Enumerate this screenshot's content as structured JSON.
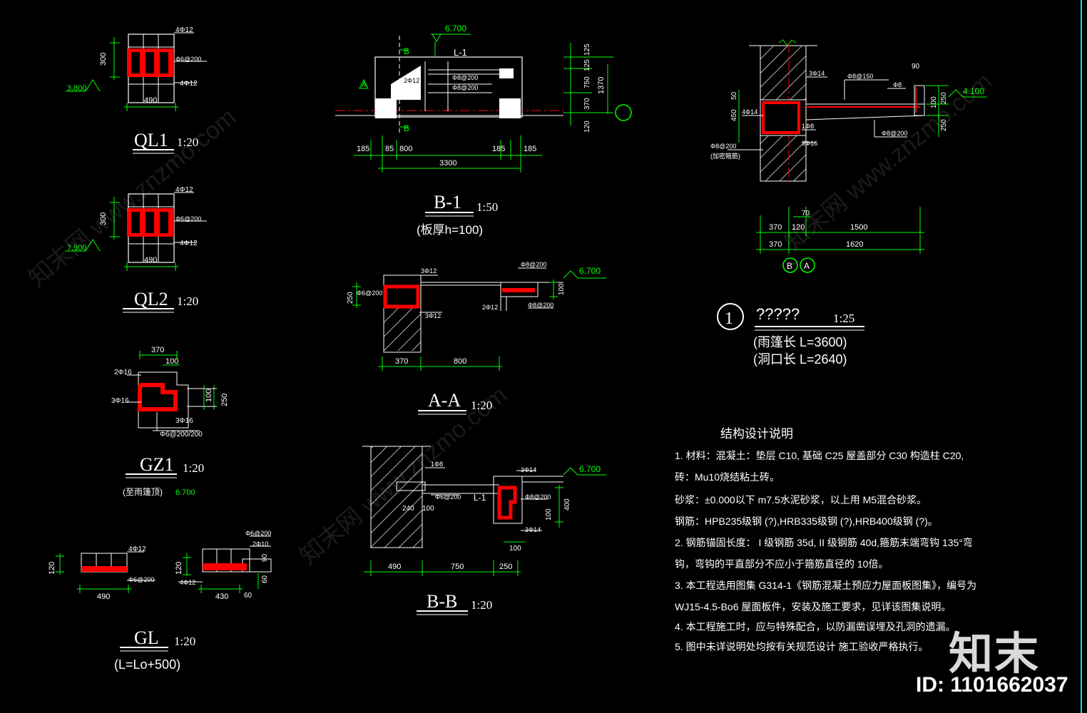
{
  "colors": {
    "background": "#000000",
    "outline": "#ffffff",
    "dimension": "#00ff00",
    "rebar": "#ff0000",
    "level": "#00ff00",
    "frame_edge": "#00e5ff"
  },
  "ql1": {
    "title": "QL1",
    "scale": "1:20",
    "top_bar": "4Φ12",
    "stirrup": "Φ6@200",
    "bottom_bar": "4Φ12",
    "height": "300",
    "width": "490",
    "level": "3.800"
  },
  "ql2": {
    "title": "QL2",
    "scale": "1:20",
    "top_bar": "4Φ12",
    "stirrup": "Φ6@200",
    "bottom_bar": "4Φ12",
    "height": "300",
    "width": "490",
    "level": "7.900"
  },
  "gz1": {
    "title": "GZ1",
    "scale": "1:20",
    "dim_top": "370",
    "dim_100": "100",
    "dim_side_100": "100",
    "dim_250": "250",
    "bar_top": "2Φ16",
    "bar_left": "3Φ16",
    "bar_bottom": "3Φ16",
    "stirrup": "Φ6@200/200",
    "note": "(至雨篷顶)",
    "note_level": "6.700"
  },
  "gl": {
    "title": "GL",
    "scale": "1:20",
    "formula": "(L=Lo+500)",
    "left": {
      "top_bar": "4Φ12",
      "stirrup": "Φ6@200",
      "height": "120",
      "width": "490"
    },
    "right": {
      "top_bar": "Φ6@200",
      "second_bar": "2Φ10",
      "bottom_bar": "4Φ12",
      "height": "120",
      "width": "430",
      "dim_60": "60",
      "dim_90": "90",
      "dim_60b": "60"
    }
  },
  "b1": {
    "title": "B-1",
    "scale": "1:50",
    "note": "(板厚h=100)",
    "level": "6.700",
    "beam_label": "L-1",
    "section_top": "B",
    "section_bottom": "B",
    "section_left": "A",
    "rebar_a": "2Φ12",
    "rebar_b": "Φ8@200",
    "rebar_c": "Φ8@200",
    "right_dims": [
      "125",
      "125",
      "750",
      "370",
      "120"
    ],
    "right_total": "1370",
    "bottom_dims": [
      "185",
      "85",
      "800",
      "185",
      "185"
    ],
    "bottom_total": "3300"
  },
  "aa": {
    "title": "A-A",
    "scale": "1:20",
    "bar_top": "3Φ12",
    "stirrup": "Φ6@200",
    "bar_bottom": "3Φ12",
    "slab_bar": "Φ8@200",
    "slab_bar2": "Φ8@200",
    "bar_mid": "2Φ12",
    "level": "6.700",
    "dim_250": "250",
    "dim_100": "100",
    "dim_370": "370",
    "dim_800": "800"
  },
  "bb": {
    "title": "B-B",
    "scale": "1:20",
    "bar_left": "1Φ8",
    "stirrup_left": "Φ6@200",
    "beam_label": "L-1",
    "bar_top": "3Φ14",
    "stirrup_right": "Φ8@200",
    "bar_bottom": "3Φ14",
    "level": "6.700",
    "dim_240": "240",
    "dim_100": "100",
    "dim_400": "400",
    "dim_100b": "100",
    "dim_100c": "100",
    "dim_490": "490",
    "dim_750": "750",
    "dim_250": "250"
  },
  "detail1": {
    "number": "1",
    "title": "?????",
    "scale": "1:25",
    "note1": "(雨篷长  L=3600)",
    "note2": "(洞口长  L=2640)",
    "bar_top": "3Φ14",
    "slab_bar": "Φ8@150",
    "bar_side": "4Φ14",
    "bar_small": "1Φ8",
    "bar_bottom": "3Φ16",
    "stirrup": "Φ8@200",
    "stirrup_note": "(加密箍筋)",
    "slab_bar2": "Φ8@200",
    "end_bar": "1Φ8",
    "top_bar_right": "Φ8",
    "level": "4.100",
    "dim_50": "50",
    "dim_450": "450",
    "dim_100": "100",
    "dim_250": "250",
    "dim_250b": "250",
    "dim_90": "90",
    "dim_70": "70",
    "dim_370": "370",
    "dim_120": "120",
    "dim_1500": "1500",
    "dim_370b": "370",
    "dim_1620": "1620",
    "axis_b": "B",
    "axis_a": "A"
  },
  "notes": {
    "title": "结构设计说明",
    "lines": [
      "1. 材料：混凝土：垫层        C10, 基础  C25  屋盖部分     C30  构造柱    C20,",
      "    砖：Mu10烧结粘土砖。",
      "    砂浆：±0.000以下  m7.5水泥砂浆，以上用        M5混合砂浆。",
      "    钢筋：HPB235级钢 (?),HRB335级钢 (?),HRB400级钢  (?)。",
      "2. 钢筋锚固长度：     I 级钢筋   35d, II 级钢筋   40d,箍筋末端弯钩     135°弯",
      "    钩，弯钩的平直部分不应小于箍筋直径的                   10倍。",
      "3. 本工程选用图集         G314-1《钢筋混凝土预应力屋面板图集》，编号为",
      "    WJ15-4.5-Bo6  屋面板件，安装及施工要求，见详该图集说明。",
      "4. 本工程施工时，应与特殊配合，以防漏凿误埋及孔洞的遗漏。",
      "5. 图中未详说明处均按有关规范设计         施工验收严格执行。"
    ]
  },
  "watermark": {
    "logo": "知末",
    "id": "ID: 1101662037",
    "site": "知末网 www.znzmo.com"
  }
}
